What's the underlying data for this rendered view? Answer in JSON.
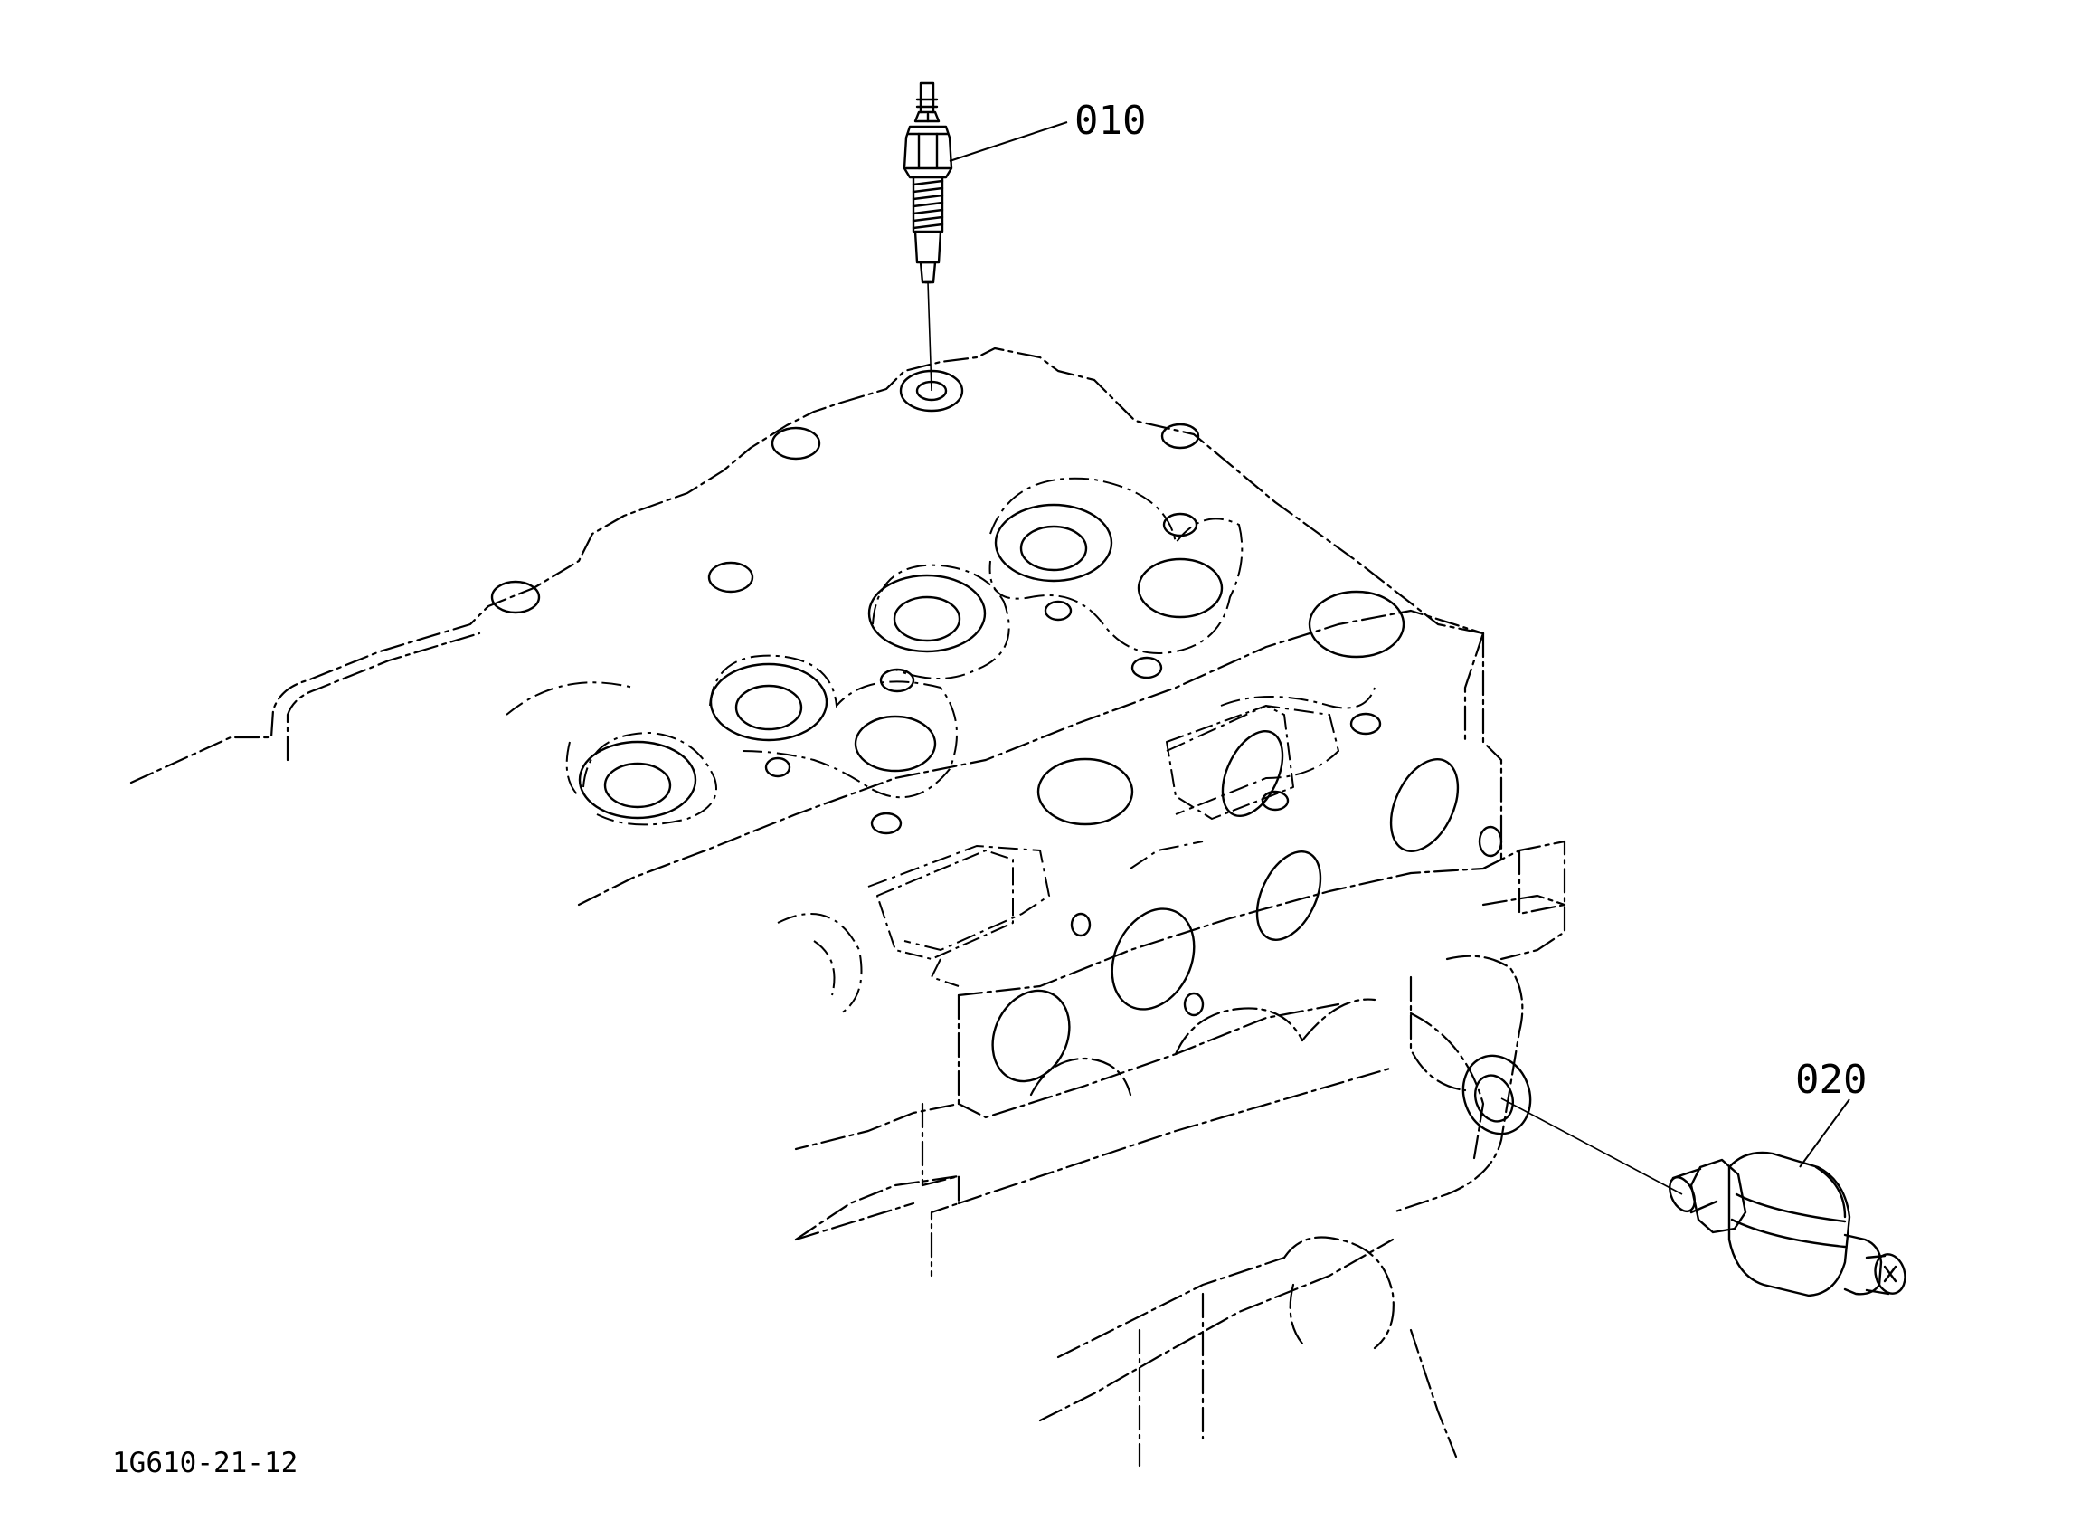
{
  "callouts": [
    {
      "id": "010"
    },
    {
      "id": "020"
    }
  ],
  "drawing_number": "1G610-21-12"
}
